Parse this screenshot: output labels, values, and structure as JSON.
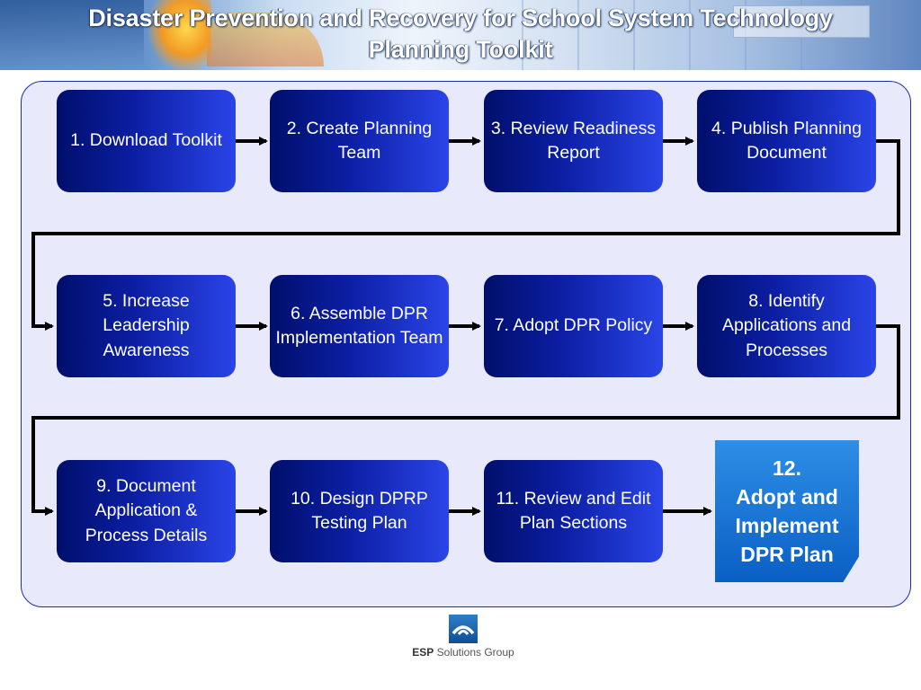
{
  "header": {
    "title_line1": "Disaster Prevention and Recovery for School System Technology",
    "title_line2": "Planning Toolkit"
  },
  "steps": [
    {
      "label": "1. Download Toolkit"
    },
    {
      "label": "2. Create Planning Team"
    },
    {
      "label": "3. Review Readiness Report"
    },
    {
      "label": "4. Publish Planning Document"
    },
    {
      "label": "5. Increase Leadership Awareness"
    },
    {
      "label": "6. Assemble DPR Implementation Team"
    },
    {
      "label": "7. Adopt DPR Policy"
    },
    {
      "label": "8. Identify Applications and Processes"
    },
    {
      "label": "9. Document Application & Process Details"
    },
    {
      "label": "10. Design DPRP Testing Plan"
    },
    {
      "label": "11. Review and Edit Plan Sections"
    }
  ],
  "final_step": {
    "line1": "12.",
    "line2": "Adopt and",
    "line3": "Implement",
    "line4": "DPR Plan"
  },
  "footer": {
    "logo_brand": "ESP",
    "logo_rest": "Solutions Group"
  },
  "colors": {
    "step_dark": "#000f6b",
    "step_light": "#2a45e8",
    "final_step": "#1a7ad8",
    "panel_bg": "#e9e9fc",
    "connector": "#000000"
  }
}
